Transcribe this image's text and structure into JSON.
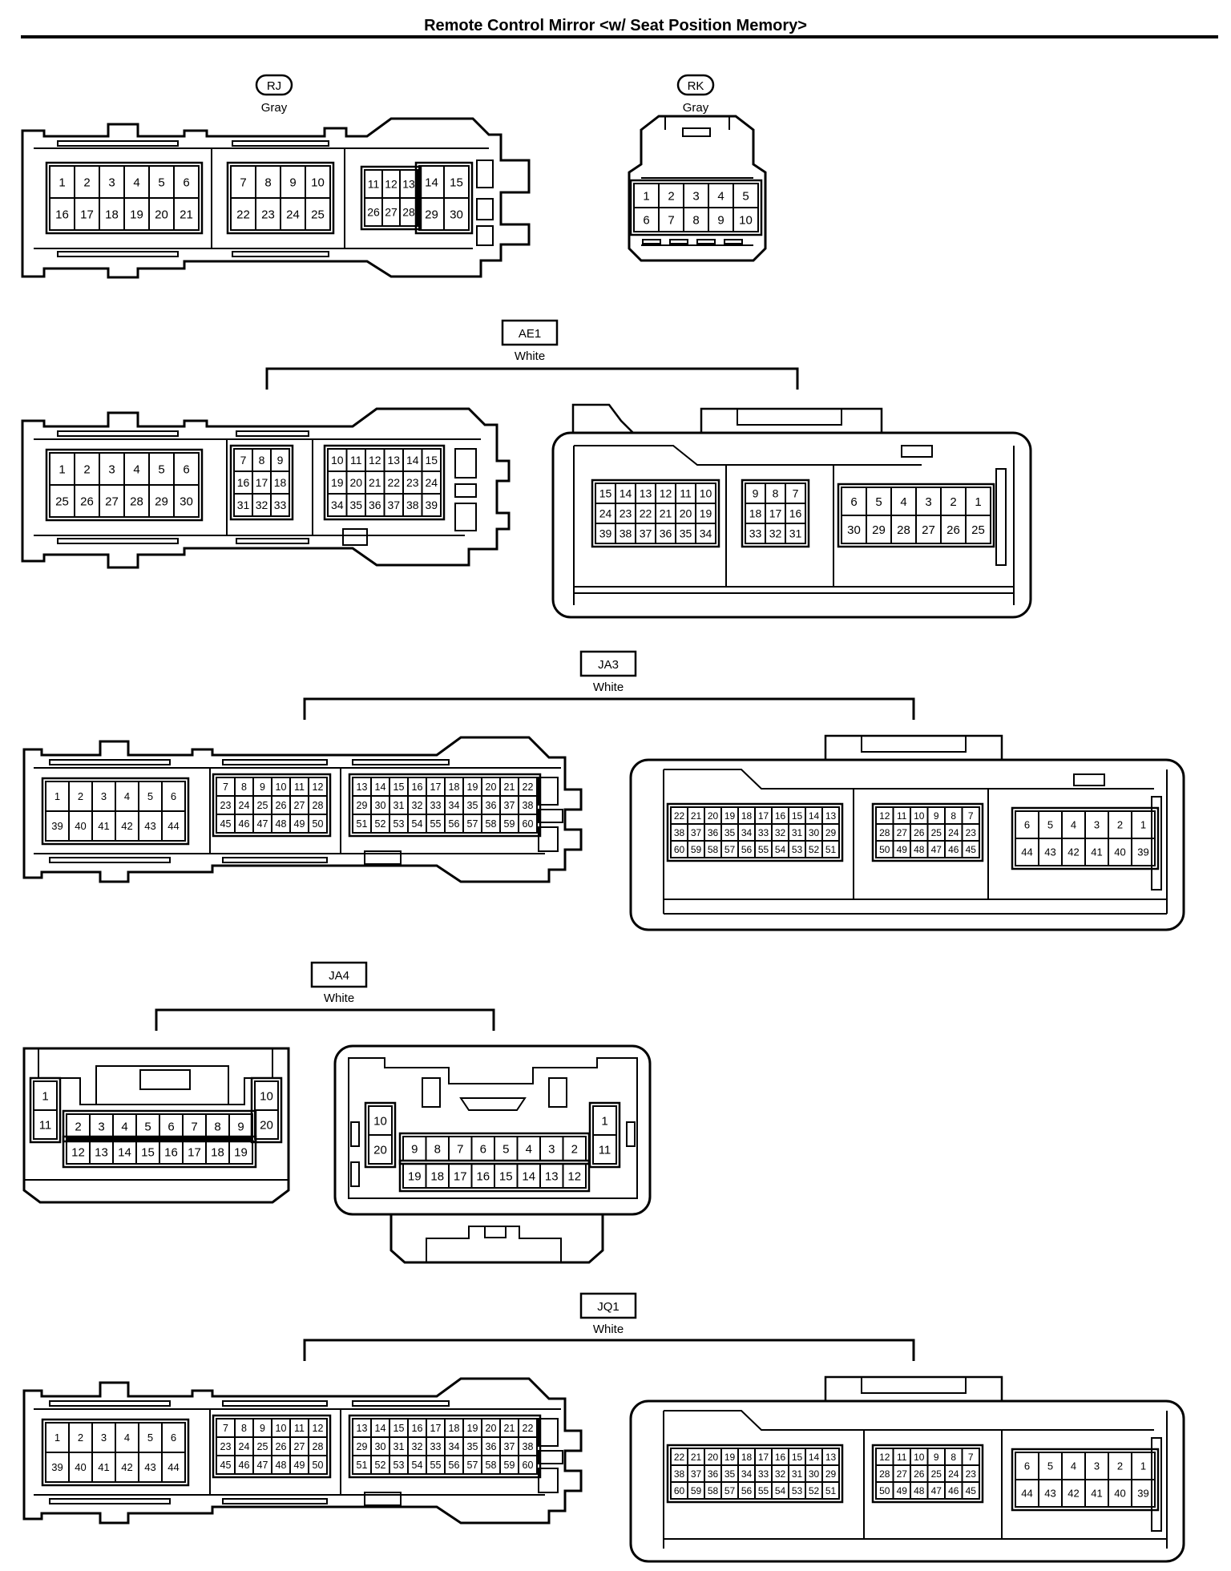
{
  "title": "Remote Control Mirror <w/ Seat Position Memory>",
  "connectors": {
    "RJ": {
      "name": "RJ",
      "color": "Gray"
    },
    "RK": {
      "name": "RK",
      "color": "Gray"
    },
    "AE1": {
      "name": "AE1",
      "color": "White"
    },
    "JA3": {
      "name": "JA3",
      "color": "White"
    },
    "JA4": {
      "name": "JA4",
      "color": "White"
    },
    "JQ1": {
      "name": "JQ1",
      "color": "White"
    }
  },
  "pins": {
    "rj_g1": [
      [
        "1",
        "2",
        "3",
        "4",
        "5",
        "6"
      ],
      [
        "16",
        "17",
        "18",
        "19",
        "20",
        "21"
      ]
    ],
    "rj_g2": [
      [
        "7",
        "8",
        "9",
        "10"
      ],
      [
        "22",
        "23",
        "24",
        "25"
      ]
    ],
    "rj_g3": [
      [
        "11",
        "12",
        "13"
      ],
      [
        "26",
        "27",
        "28"
      ]
    ],
    "rj_g4": [
      [
        "14",
        "15"
      ],
      [
        "29",
        "30"
      ]
    ],
    "rk_g1": [
      [
        "1",
        "2",
        "3",
        "4",
        "5"
      ],
      [
        "6",
        "7",
        "8",
        "9",
        "10"
      ]
    ],
    "ae1l_g1": [
      [
        "1",
        "2",
        "3",
        "4",
        "5",
        "6"
      ],
      [
        "25",
        "26",
        "27",
        "28",
        "29",
        "30"
      ]
    ],
    "ae1l_g2": [
      [
        "7",
        "8",
        "9"
      ],
      [
        "16",
        "17",
        "18"
      ],
      [
        "31",
        "32",
        "33"
      ]
    ],
    "ae1l_g3": [
      [
        "10",
        "11",
        "12",
        "13",
        "14",
        "15"
      ],
      [
        "19",
        "20",
        "21",
        "22",
        "23",
        "24"
      ],
      [
        "34",
        "35",
        "36",
        "37",
        "38",
        "39"
      ]
    ],
    "ae1r_g1": [
      [
        "15",
        "14",
        "13",
        "12",
        "11",
        "10"
      ],
      [
        "24",
        "23",
        "22",
        "21",
        "20",
        "19"
      ],
      [
        "39",
        "38",
        "37",
        "36",
        "35",
        "34"
      ]
    ],
    "ae1r_g2": [
      [
        "9",
        "8",
        "7"
      ],
      [
        "18",
        "17",
        "16"
      ],
      [
        "33",
        "32",
        "31"
      ]
    ],
    "ae1r_g3": [
      [
        "6",
        "5",
        "4",
        "3",
        "2",
        "1"
      ],
      [
        "30",
        "29",
        "28",
        "27",
        "26",
        "25"
      ]
    ],
    "ja3l_g1": [
      [
        "1",
        "2",
        "3",
        "4",
        "5",
        "6"
      ],
      [
        "39",
        "40",
        "41",
        "42",
        "43",
        "44"
      ]
    ],
    "ja3l_g2": [
      [
        "7",
        "8",
        "9",
        "10",
        "11",
        "12"
      ],
      [
        "23",
        "24",
        "25",
        "26",
        "27",
        "28"
      ],
      [
        "45",
        "46",
        "47",
        "48",
        "49",
        "50"
      ]
    ],
    "ja3l_g3": [
      [
        "13",
        "14",
        "15",
        "16",
        "17",
        "18",
        "19",
        "20",
        "21",
        "22"
      ],
      [
        "29",
        "30",
        "31",
        "32",
        "33",
        "34",
        "35",
        "36",
        "37",
        "38"
      ],
      [
        "51",
        "52",
        "53",
        "54",
        "55",
        "56",
        "57",
        "58",
        "59",
        "60"
      ]
    ],
    "ja3r_g1": [
      [
        "22",
        "21",
        "20",
        "19",
        "18",
        "17",
        "16",
        "15",
        "14",
        "13"
      ],
      [
        "38",
        "37",
        "36",
        "35",
        "34",
        "33",
        "32",
        "31",
        "30",
        "29"
      ],
      [
        "60",
        "59",
        "58",
        "57",
        "56",
        "55",
        "54",
        "53",
        "52",
        "51"
      ]
    ],
    "ja3r_g2": [
      [
        "12",
        "11",
        "10",
        "9",
        "8",
        "7"
      ],
      [
        "28",
        "27",
        "26",
        "25",
        "24",
        "23"
      ],
      [
        "50",
        "49",
        "48",
        "47",
        "46",
        "45"
      ]
    ],
    "ja3r_g3": [
      [
        "6",
        "5",
        "4",
        "3",
        "2",
        "1"
      ],
      [
        "44",
        "43",
        "42",
        "41",
        "40",
        "39"
      ]
    ],
    "ja4l_a": [
      [
        "1"
      ],
      [
        "11"
      ]
    ],
    "ja4l_b": [
      [
        "2",
        "3",
        "4",
        "5",
        "6",
        "7",
        "8",
        "9"
      ]
    ],
    "ja4l_c": [
      [
        "12",
        "13",
        "14",
        "15",
        "16",
        "17",
        "18",
        "19"
      ]
    ],
    "ja4l_d": [
      [
        "10"
      ],
      [
        "20"
      ]
    ],
    "ja4r_a": [
      [
        "10"
      ],
      [
        "20"
      ]
    ],
    "ja4r_b": [
      [
        "9",
        "8",
        "7",
        "6",
        "5",
        "4",
        "3",
        "2"
      ]
    ],
    "ja4r_c": [
      [
        "19",
        "18",
        "17",
        "16",
        "15",
        "14",
        "13",
        "12"
      ]
    ],
    "ja4r_d": [
      [
        "1"
      ],
      [
        "11"
      ]
    ],
    "jq1l_g1": [
      [
        "1",
        "2",
        "3",
        "4",
        "5",
        "6"
      ],
      [
        "39",
        "40",
        "41",
        "42",
        "43",
        "44"
      ]
    ],
    "jq1l_g2": [
      [
        "7",
        "8",
        "9",
        "10",
        "11",
        "12"
      ],
      [
        "23",
        "24",
        "25",
        "26",
        "27",
        "28"
      ],
      [
        "45",
        "46",
        "47",
        "48",
        "49",
        "50"
      ]
    ],
    "jq1l_g3": [
      [
        "13",
        "14",
        "15",
        "16",
        "17",
        "18",
        "19",
        "20",
        "21",
        "22"
      ],
      [
        "29",
        "30",
        "31",
        "32",
        "33",
        "34",
        "35",
        "36",
        "37",
        "38"
      ],
      [
        "51",
        "52",
        "53",
        "54",
        "55",
        "56",
        "57",
        "58",
        "59",
        "60"
      ]
    ],
    "jq1r_g1": [
      [
        "22",
        "21",
        "20",
        "19",
        "18",
        "17",
        "16",
        "15",
        "14",
        "13"
      ],
      [
        "38",
        "37",
        "36",
        "35",
        "34",
        "33",
        "32",
        "31",
        "30",
        "29"
      ],
      [
        "60",
        "59",
        "58",
        "57",
        "56",
        "55",
        "54",
        "53",
        "52",
        "51"
      ]
    ],
    "jq1r_g2": [
      [
        "12",
        "11",
        "10",
        "9",
        "8",
        "7"
      ],
      [
        "28",
        "27",
        "26",
        "25",
        "24",
        "23"
      ],
      [
        "50",
        "49",
        "48",
        "47",
        "46",
        "45"
      ]
    ],
    "jq1r_g3": [
      [
        "6",
        "5",
        "4",
        "3",
        "2",
        "1"
      ],
      [
        "44",
        "43",
        "42",
        "41",
        "40",
        "39"
      ]
    ]
  }
}
